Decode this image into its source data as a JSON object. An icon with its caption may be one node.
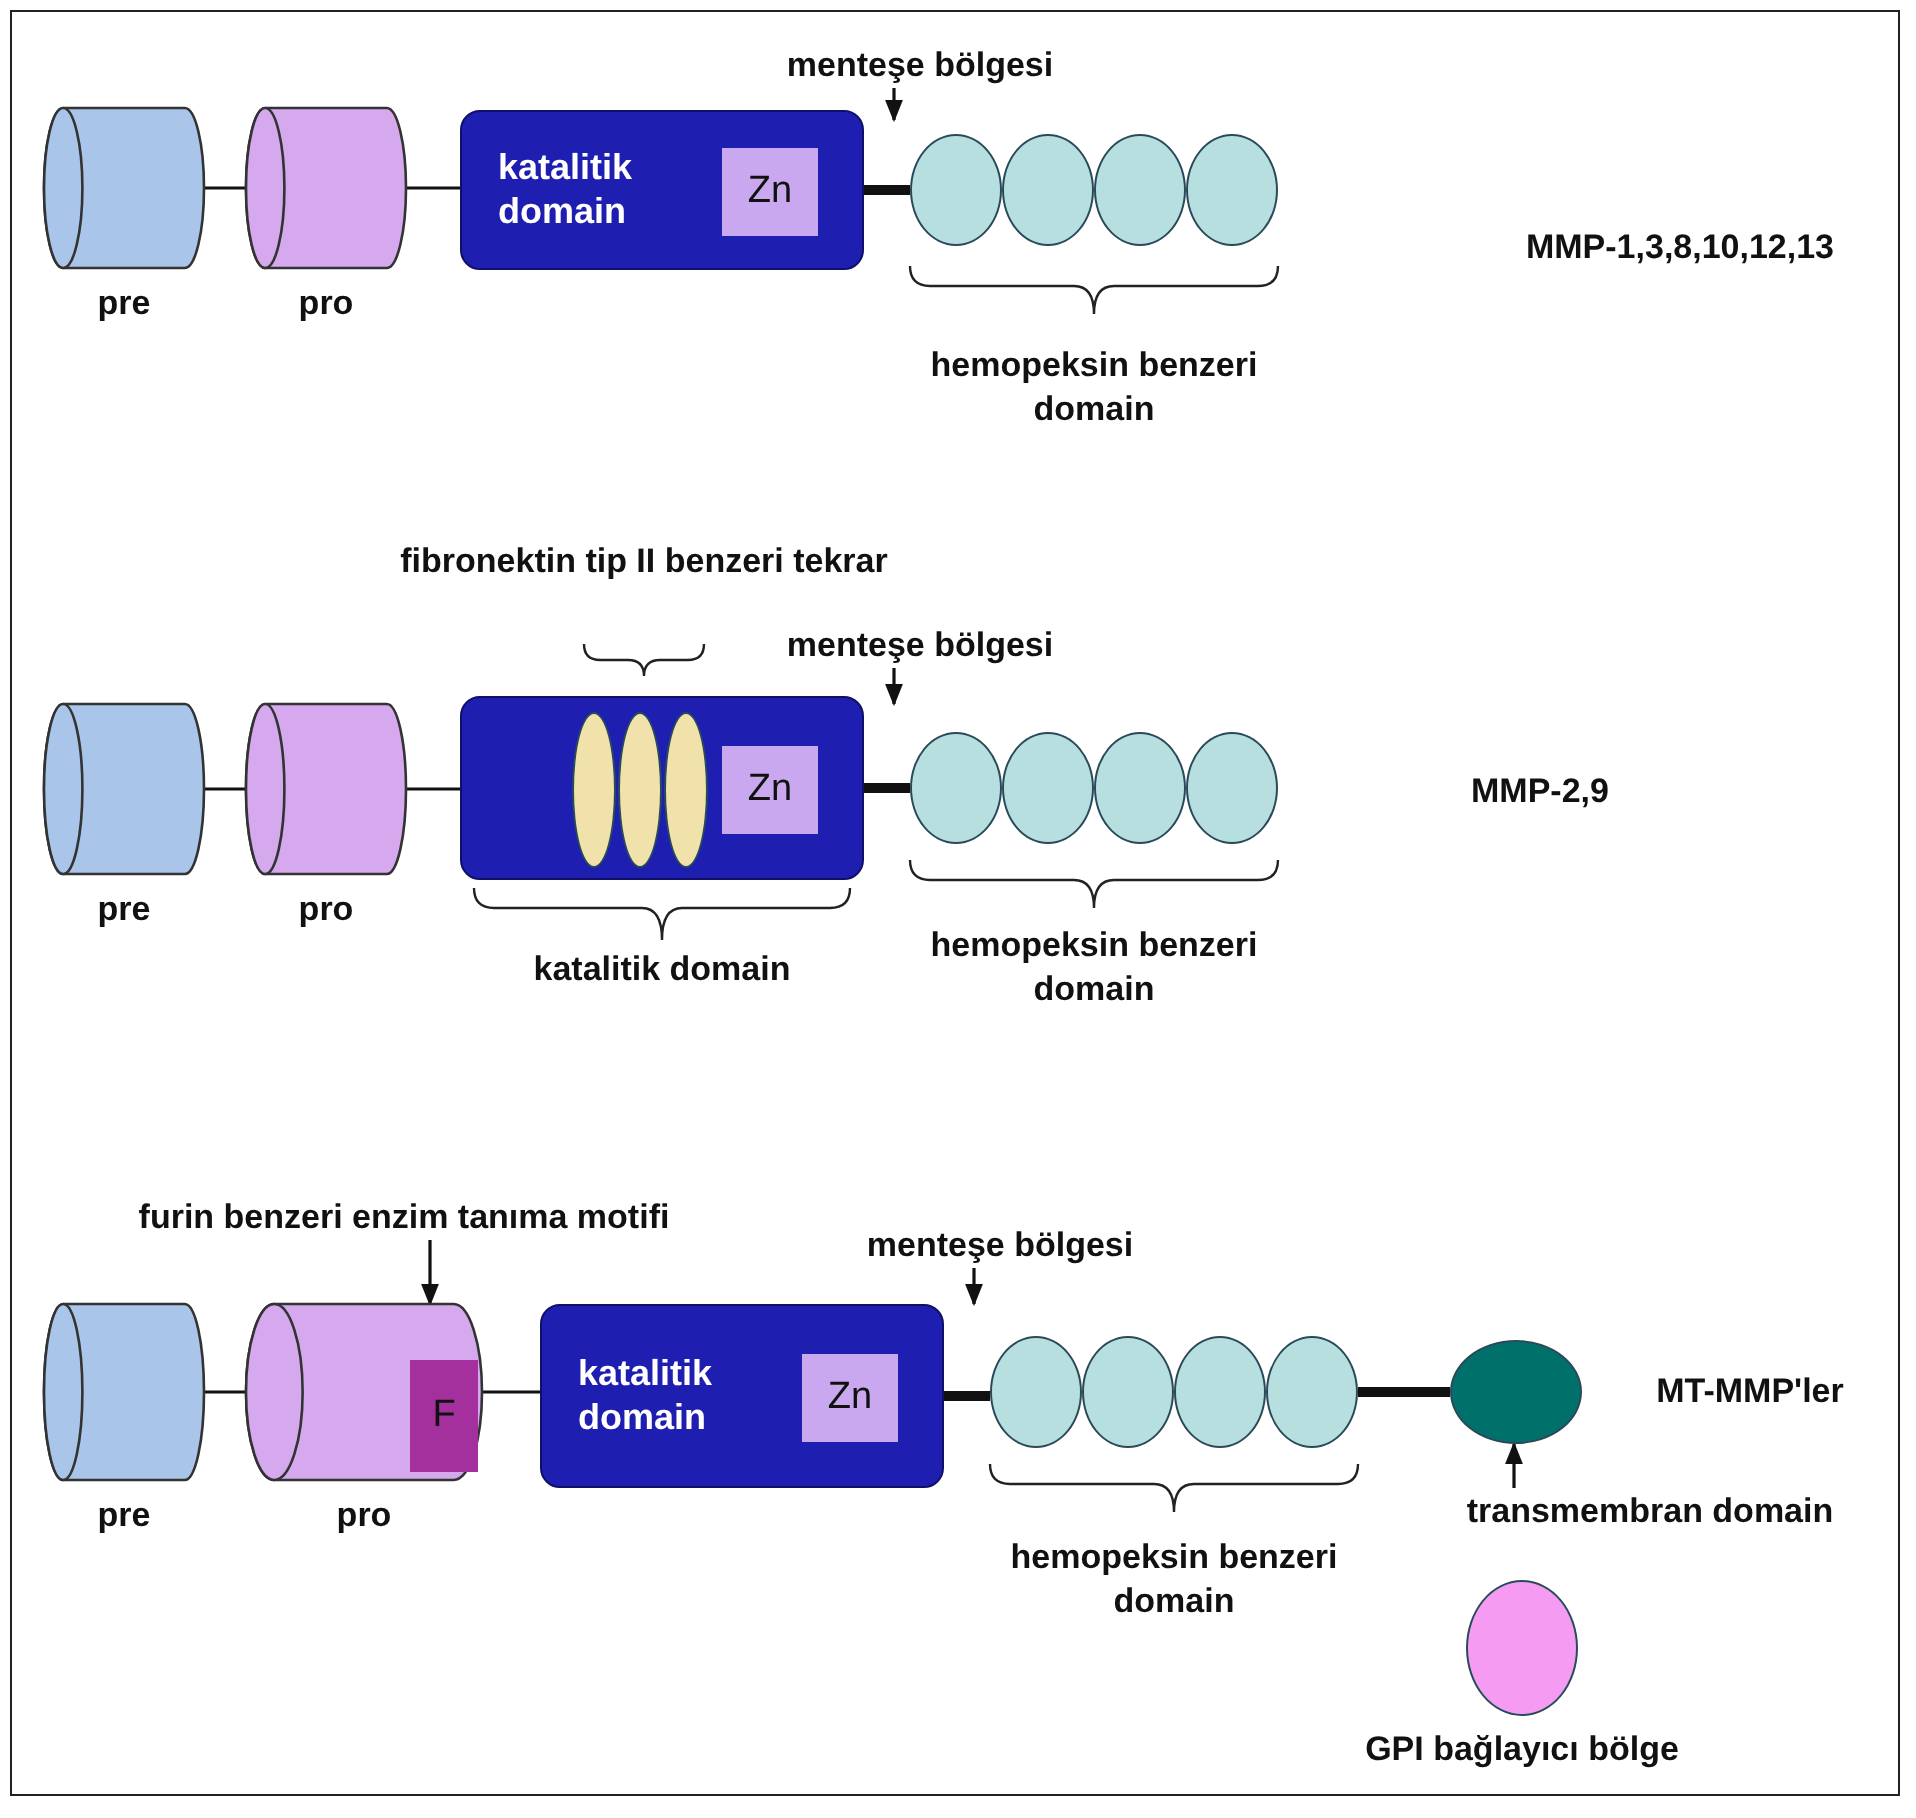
{
  "diagram": {
    "nodes": [
      {
        "text": [],
        "shape": "cylinder",
        "beside": [
          "pre"
        ]
      },
      {
        "text": [],
        "shape": "cylinder",
        "beside": [
          "pro"
        ]
      },
      {
        "text": [
          "katalitik domain"
        ]
      },
      {
        "text": [
          "Zn"
        ],
        "in": 2
      },
      {
        "text": [
          "menteşe bölgesi"
        ]
      },
      {
        "text": [],
        "shape": "circle"
      },
      {
        "text": [],
        "shape": "circle"
      },
      {
        "text": [],
        "shape": "circle"
      },
      {
        "text": [],
        "shape": "circle"
      },
      {
        "text": [],
        "shape": "cylinder",
        "beside": [
          "pre"
        ]
      },
      {
        "text": [],
        "shape": "cylinder",
        "beside": [
          "pro"
        ]
      },
      {
        "text": [],
        "shape": "box"
      },
      {
        "text": [],
        "shape": "ellipse",
        "in": 11
      },
      {
        "text": [],
        "shape": "ellipse",
        "in": 11
      },
      {
        "text": [],
        "shape": "ellipse",
        "in": 11
      },
      {
        "text": [
          "Zn"
        ],
        "in": 11
      },
      {
        "text": [
          "menteşe bölgesi"
        ]
      },
      {
        "text": [],
        "shape": "circle"
      },
      {
        "text": [],
        "shape": "circle"
      },
      {
        "text": [],
        "shape": "circle"
      },
      {
        "text": [],
        "shape": "circle"
      },
      {
        "text": [
          "furin benzeri enzim tanıma motifi"
        ]
      },
      {
        "text": [],
        "shape": "cylinder",
        "beside": [
          "pre"
        ]
      },
      {
        "text": [],
        "shape": "cylinder",
        "beside": [
          "pro"
        ]
      },
      {
        "text": [
          "F"
        ],
        "in": 23
      },
      {
        "text": [
          "katalitik domain"
        ]
      },
      {
        "text": [
          "Zn"
        ],
        "in": 25
      },
      {
        "text": [
          "menteşe bölgesi"
        ]
      },
      {
        "text": [],
        "shape": "circle"
      },
      {
        "text": [],
        "shape": "circle"
      },
      {
        "text": [],
        "shape": "circle"
      },
      {
        "text": [],
        "shape": "circle"
      },
      {
        "text": [],
        "shape": "ellipse"
      },
      {
        "text": [
          "transmembran domain"
        ]
      },
      {
        "text": [],
        "shape": "circle",
        "beside": [
          "GPI bağlayıcı bölge"
        ]
      }
    ],
    "edges": [
      {
        "from": 0,
        "to": 1,
        "arrow": "none"
      },
      {
        "from": 1,
        "to": 2,
        "arrow": "none"
      },
      {
        "from": 2,
        "to": 5,
        "arrow": "none",
        "style": "thick"
      },
      {
        "from": 4,
        "to": null,
        "arrow": "to"
      },
      {
        "from": 9,
        "to": 10,
        "arrow": "none"
      },
      {
        "from": 10,
        "to": 11,
        "arrow": "none"
      },
      {
        "from": 11,
        "to": 17,
        "arrow": "none",
        "style": "thick"
      },
      {
        "from": 16,
        "to": null,
        "arrow": "to"
      },
      {
        "from": 21,
        "to": 23,
        "arrow": "to"
      },
      {
        "from": 22,
        "to": 23,
        "arrow": "none"
      },
      {
        "from": 23,
        "to": 25,
        "arrow": "none"
      },
      {
        "from": 25,
        "to": 28,
        "arrow": "none",
        "style": "thick"
      },
      {
        "from": 27,
        "to": null,
        "arrow": "to"
      },
      {
        "from": 31,
        "to": 32,
        "arrow": "none",
        "style": "thick"
      },
      {
        "from": 33,
        "to": 32,
        "arrow": "to"
      }
    ],
    "labels": [
      "MMP-1,3,8,10,12,13",
      "hemopeksin benzeri domain",
      "fibronektin tip II benzeri tekrar",
      "MMP-2,9",
      "katalitik domain",
      "hemopeksin benzeri domain",
      "MT-MMP'ler",
      "hemopeksin benzeri domain"
    ]
  }
}
